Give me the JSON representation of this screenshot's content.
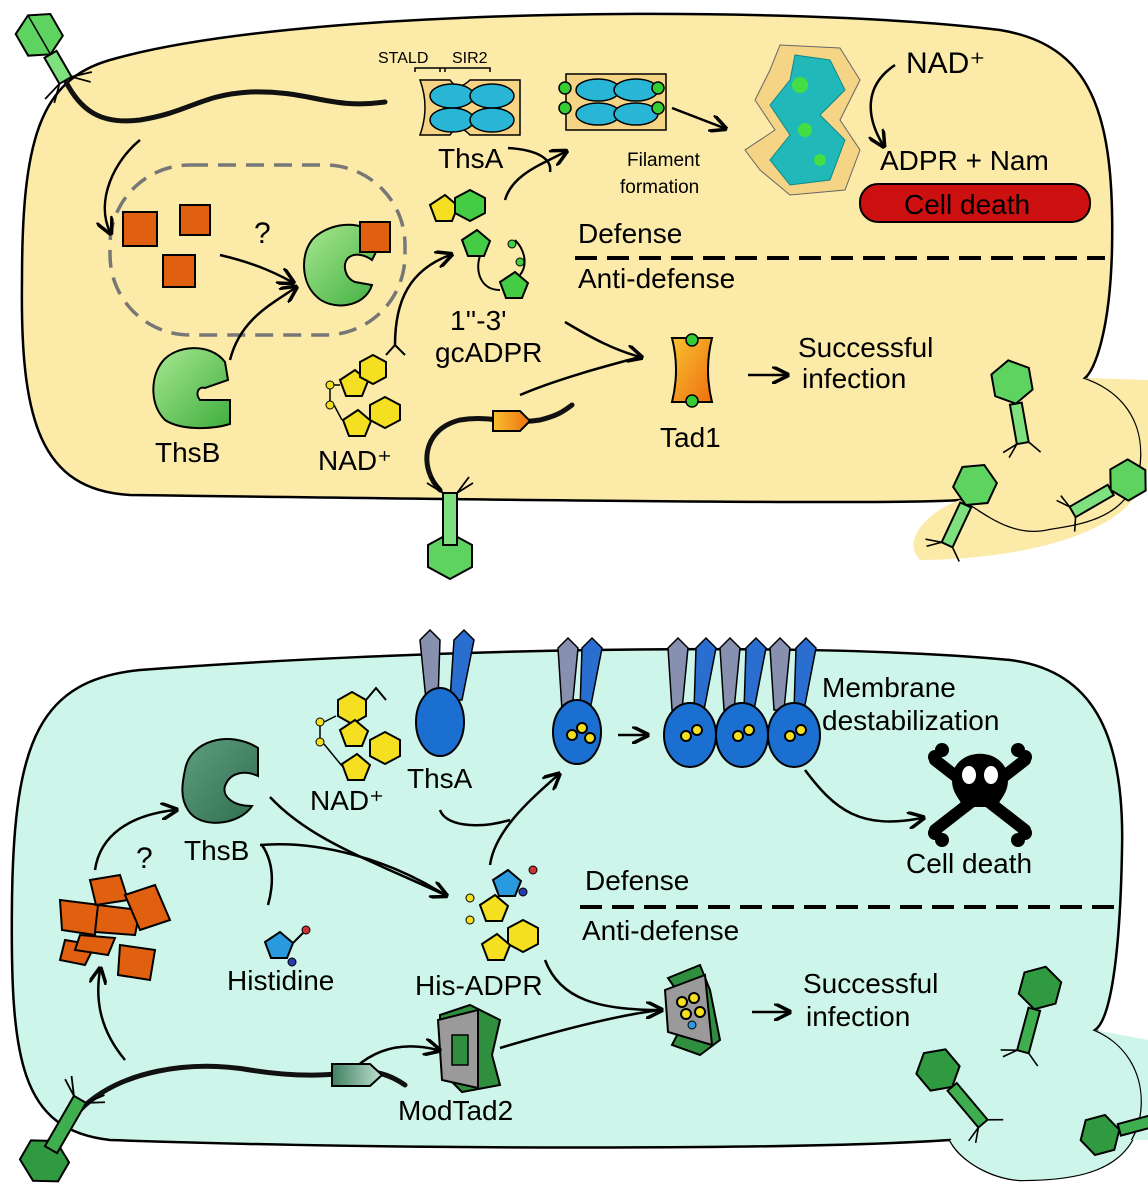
{
  "top_panel": {
    "labels": {
      "stald": "STALD",
      "sir2": "SIR2",
      "thsa": "ThsA",
      "filament": "Filament",
      "formation": "formation",
      "nad_plus": "NAD⁺",
      "adpr_nam": "ADPR + Nam",
      "cell_death": "Cell death",
      "defense": "Defense",
      "anti_defense": "Anti-defense",
      "question": "?",
      "gcadpr_line1": "1''-3'",
      "gcadpr_line2": "gcADPR",
      "successful": "Successful",
      "infection": "infection",
      "thsb": "ThsB",
      "nad_bottom": "NAD⁺",
      "tad1": "Tad1"
    },
    "colors": {
      "cell_fill": "#fbeaa8",
      "cell_death_fill": "#cc1010",
      "thsa_blue": "#29b6d6",
      "thsa_yellow": "#f5d585",
      "thsb_green": "#6fcf5f",
      "tad1_orange": "#f29a10"
    }
  },
  "bottom_panel": {
    "labels": {
      "membrane": "Membrane",
      "destabilization": "destabilization",
      "thsa": "ThsA",
      "nad_plus": "NAD⁺",
      "thsb": "ThsB",
      "question": "?",
      "cell_death": "Cell death",
      "defense": "Defense",
      "anti_defense": "Anti-defense",
      "histidine": "Histidine",
      "his_adpr": "His-ADPR",
      "successful": "Successful",
      "infection": "infection",
      "modtad2": "ModTad2"
    },
    "colors": {
      "cell_fill": "#cdf5e9",
      "thsa_blue": "#1a6fd0",
      "thsb_green": "#3d7a5a",
      "modtad2_grey": "#9a9a9a",
      "modtad2_green": "#2f8f3f"
    }
  }
}
